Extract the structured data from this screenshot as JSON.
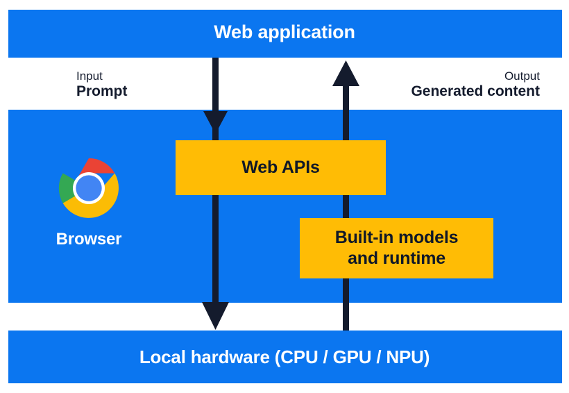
{
  "meta": {
    "title": "Built-in AI browser architecture diagram",
    "colors": {
      "blue": "#0B76F0",
      "yellow": "#FFBC05",
      "arrow_navy": "#141B2D",
      "white": "#FFFFFF",
      "chrome_red": "#EA4335",
      "chrome_yellow": "#FBBC05",
      "chrome_green": "#34A853",
      "chrome_blue": "#4285F4"
    }
  },
  "bands": {
    "top": {
      "label": "Web application"
    },
    "bottom": {
      "label": "Local hardware (CPU / GPU / NPU)"
    }
  },
  "browser": {
    "label": "Browser",
    "icon": "chrome-logo-icon"
  },
  "flows": [
    {
      "id": "input",
      "kind": "Input",
      "value": "Prompt",
      "direction": "down",
      "arrow_icon": "arrow-down-icon"
    },
    {
      "id": "output",
      "kind": "Output",
      "value": "Generated content",
      "direction": "up",
      "arrow_icon": "arrow-up-icon"
    }
  ],
  "boxes": [
    {
      "id": "web-apis",
      "label": "Web APIs"
    },
    {
      "id": "builtin",
      "line1": "Built-in models",
      "line2": "and runtime"
    }
  ]
}
